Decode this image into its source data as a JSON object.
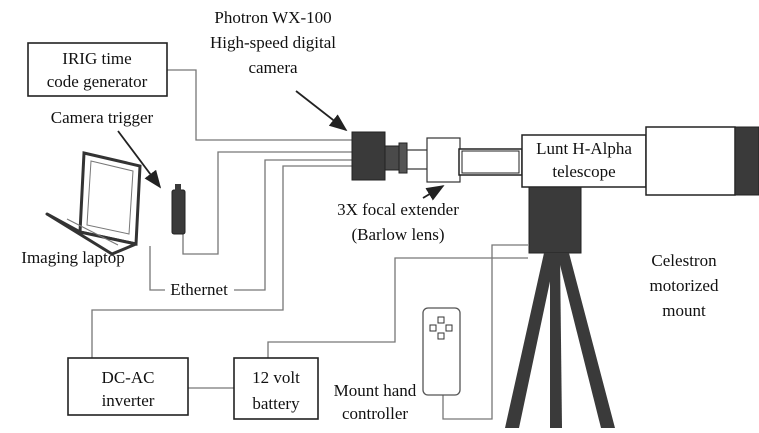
{
  "labels": {
    "camera_line1": "Photron WX-100",
    "camera_line2": "High-speed digital",
    "camera_line3": "camera",
    "irig_line1": "IRIG time",
    "irig_line2": "code generator",
    "camera_trigger": "Camera trigger",
    "telescope_line1": "Lunt H-Alpha",
    "telescope_line2": "telescope",
    "extender_line1": "3X focal extender",
    "extender_line2": "(Barlow lens)",
    "imaging_laptop": "Imaging laptop",
    "ethernet": "Ethernet",
    "mount_line1": "Celestron",
    "mount_line2": "motorized",
    "mount_line3": "mount",
    "inverter_line1": "DC-AC",
    "inverter_line2": "inverter",
    "battery_line1": "12 volt",
    "battery_line2": "battery",
    "controller_line1": "Mount hand",
    "controller_line2": "controller"
  },
  "colors": {
    "ink": "#111111",
    "dark_fill": "#3a3a3a",
    "wire": "#777777"
  }
}
